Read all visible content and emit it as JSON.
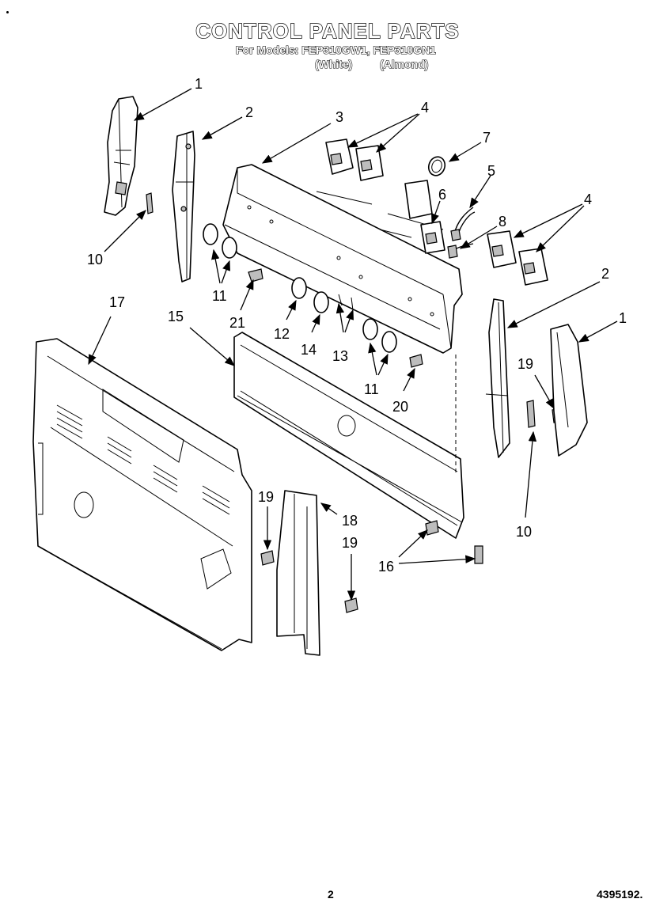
{
  "header": {
    "title": "CONTROL PANEL PARTS",
    "models_line": "For Models: FEP310GW1, FEP310GN1",
    "color_white": "(White)",
    "color_almond": "(Almond)"
  },
  "callouts": {
    "c1a": "1",
    "c1b": "1",
    "c2a": "2",
    "c2b": "2",
    "c3": "3",
    "c4a": "4",
    "c4b": "4",
    "c5": "5",
    "c6": "6",
    "c7": "7",
    "c8": "8",
    "c10a": "10",
    "c10b": "10",
    "c11a": "11",
    "c11b": "11",
    "c12": "12",
    "c13": "13",
    "c14": "14",
    "c15": "15",
    "c16": "16",
    "c17": "17",
    "c18": "18",
    "c19a": "19",
    "c19b": "19",
    "c19c": "19",
    "c20": "20",
    "c21": "21"
  },
  "footer": {
    "page_number": "2",
    "document_number": "4395192."
  }
}
